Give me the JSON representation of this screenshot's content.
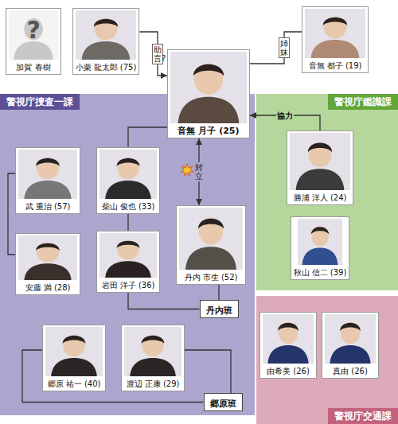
{
  "diagram": {
    "nodes": [
      {
        "text": [
          "加賀 春樹"
        ]
      },
      {
        "text": [
          "小栗 龍太郎 (75)"
        ]
      },
      {
        "text": [
          "音無 都子 (19)"
        ]
      },
      {
        "text": [
          "警視庁捜査一課"
        ]
      },
      {
        "text": [
          "音無 月子 (25)"
        ],
        "in": 3
      },
      {
        "text": [
          "警視庁鑑識課"
        ]
      },
      {
        "text": [
          "勝浦 洋人 (24)"
        ],
        "in": 5
      },
      {
        "text": [
          "武 重治 (57)"
        ],
        "in": 3
      },
      {
        "text": [
          "柴山 俊也 (33)"
        ],
        "in": 3
      },
      {
        "text": [
          "丹内 市生 (52)"
        ],
        "in": 3
      },
      {
        "text": [
          "秋山 信二 (39)"
        ],
        "in": 5
      },
      {
        "text": [
          "安藤 満 (28)"
        ],
        "in": 3
      },
      {
        "text": [
          "岩田 洋子 (36)"
        ],
        "in": 3
      },
      {
        "text": [
          "丹内班"
        ],
        "in": 3
      },
      {
        "text": [
          "警視庁交通課"
        ]
      },
      {
        "text": [
          "由希美 (26)"
        ],
        "in": 14
      },
      {
        "text": [
          "真由 (26)"
        ],
        "in": 14
      },
      {
        "text": [
          "郷原 祐一 (40)"
        ],
        "in": 3
      },
      {
        "text": [
          "渡辺 正康 (29)"
        ],
        "in": 3
      },
      {
        "text": [
          "郷原班"
        ],
        "in": 3
      }
    ],
    "edges": [
      {
        "from": 1,
        "to": 4,
        "arrow": "to",
        "label": "助言?"
      },
      {
        "from": 4,
        "to": 2,
        "arrow": "none",
        "label": "姉妹"
      },
      {
        "from": 6,
        "to": 4,
        "arrow": "to",
        "label": "協力"
      },
      {
        "from": 4,
        "to": 9,
        "arrow": "both",
        "label": "対立"
      },
      {
        "from": 4,
        "to": 8,
        "arrow": "none"
      },
      {
        "from": 8,
        "to": 12,
        "arrow": "none"
      },
      {
        "from": 12,
        "to": 13,
        "arrow": "none"
      },
      {
        "from": 9,
        "to": 13,
        "arrow": "none"
      },
      {
        "from": 7,
        "to": 11,
        "arrow": "none"
      },
      {
        "from": 17,
        "to": 19,
        "arrow": "none"
      },
      {
        "from": 18,
        "to": 19,
        "arrow": "none"
      }
    ],
    "labels": [
      "?"
    ]
  }
}
